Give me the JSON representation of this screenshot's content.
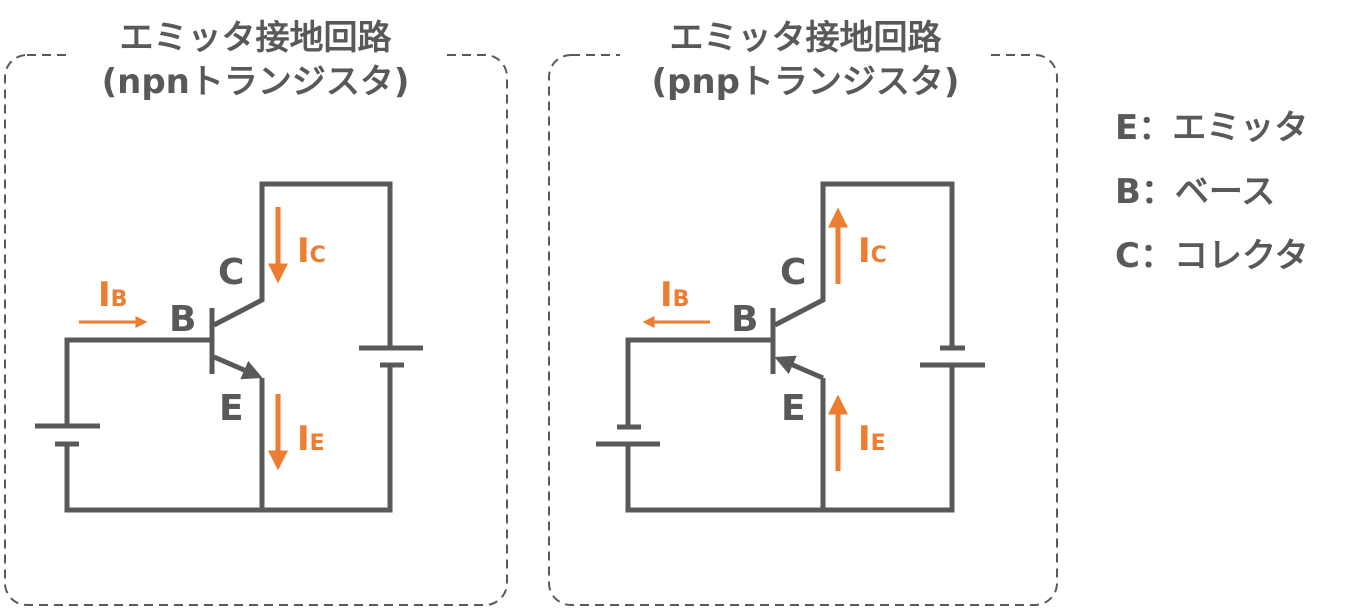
{
  "colors": {
    "wire": "#595959",
    "current": "#ED7D31"
  },
  "npn": {
    "title_line1": "エミッタ接地回路",
    "title_line2": "(npnトランジスタ)",
    "labels": {
      "B": "B",
      "C": "C",
      "E": "E"
    },
    "currents": {
      "IB": "I",
      "IB_sub": "B",
      "IC": "I",
      "IC_sub": "C",
      "IE": "I",
      "IE_sub": "E"
    }
  },
  "pnp": {
    "title_line1": "エミッタ接地回路",
    "title_line2": "(pnpトランジスタ)",
    "labels": {
      "B": "B",
      "C": "C",
      "E": "E"
    },
    "currents": {
      "IB": "I",
      "IB_sub": "B",
      "IC": "I",
      "IC_sub": "C",
      "IE": "I",
      "IE_sub": "E"
    }
  },
  "legend": [
    {
      "key": "E",
      "sep": "：",
      "value": "エミッタ"
    },
    {
      "key": "B",
      "sep": "：",
      "value": "ベース"
    },
    {
      "key": "C",
      "sep": "：",
      "value": "コレクタ"
    }
  ]
}
